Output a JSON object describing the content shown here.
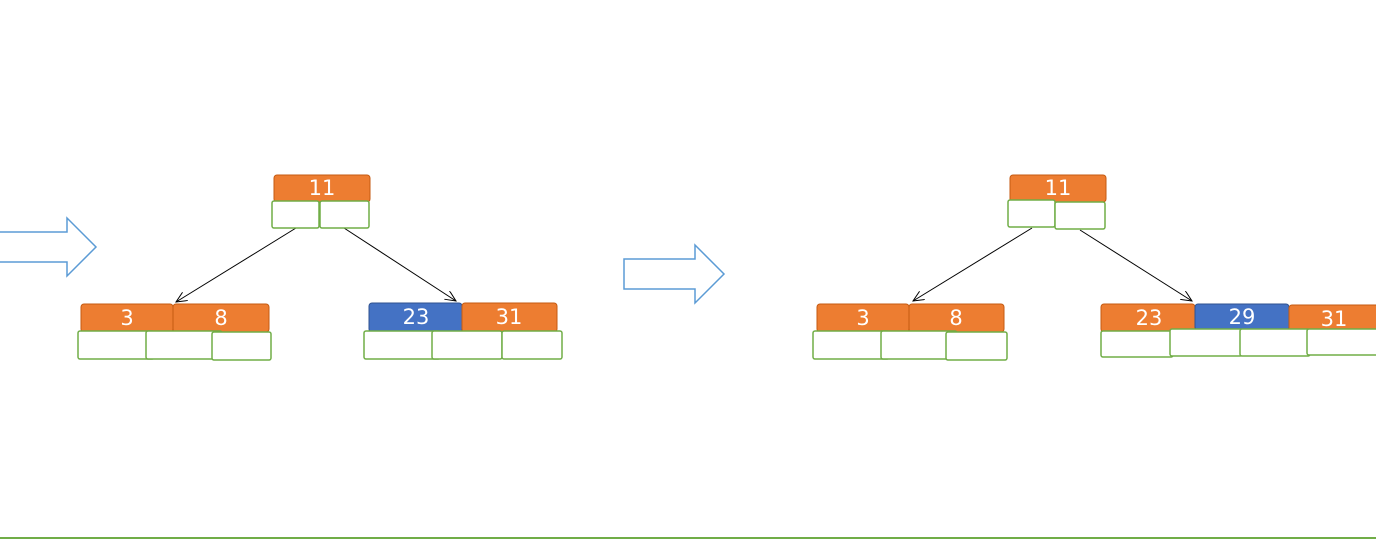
{
  "colors": {
    "key_default": "#ED7D31",
    "key_default_border": "#C55A11",
    "key_highlight": "#4472C4",
    "key_highlight_border": "#2F528F",
    "pointer_border": "#70AD47",
    "edge": "#000000",
    "arrow_stroke": "#5B9BD5",
    "baseline": "#70AD47"
  },
  "diagrams": [
    {
      "root": {
        "keys": [
          {
            "label": "11",
            "highlight": false
          }
        ]
      },
      "children": [
        {
          "keys": [
            {
              "label": "3",
              "highlight": false
            },
            {
              "label": "8",
              "highlight": false
            }
          ]
        },
        {
          "keys": [
            {
              "label": "23",
              "highlight": true
            },
            {
              "label": "31",
              "highlight": false
            }
          ]
        }
      ]
    },
    {
      "root": {
        "keys": [
          {
            "label": "11",
            "highlight": false
          }
        ]
      },
      "children": [
        {
          "keys": [
            {
              "label": "3",
              "highlight": false
            },
            {
              "label": "8",
              "highlight": false
            }
          ]
        },
        {
          "keys": [
            {
              "label": "23",
              "highlight": false
            },
            {
              "label": "29",
              "highlight": true
            },
            {
              "label": "31",
              "highlight": false
            }
          ]
        }
      ]
    }
  ]
}
